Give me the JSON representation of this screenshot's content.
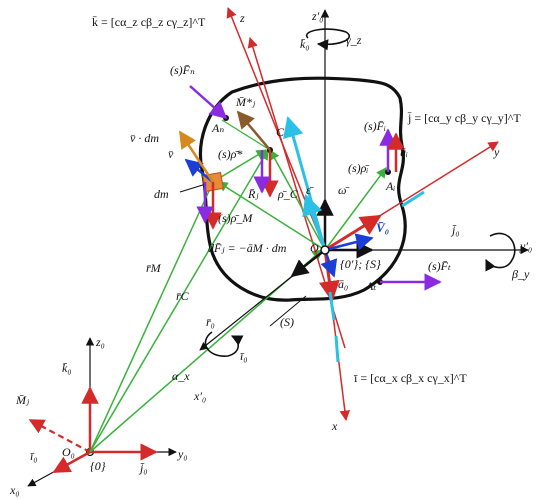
{
  "colors": {
    "black": "#111111",
    "green": "#38b23a",
    "red": "#d42a2a",
    "darkred": "#b01818",
    "blue": "#1a3ed6",
    "cyan": "#2cc0e6",
    "purple": "#8a2be2",
    "orange": "#d68a1e",
    "brown": "#8b5a2b"
  },
  "icons": {
    "mass_element": "orange-square-icon",
    "rotation_arrow": "curved-arrow-icon"
  },
  "labels": {
    "k_vector_eq": "k̄ = [cα_z  cβ_z  cγ_z]^T",
    "j_vector_eq": "j̄ = [cα_y  cβ_y  cγ_y]^T",
    "i_vector_eq": "ī = [cα_x  cβ_x  cγ_x]^T",
    "z_axis": "z",
    "z0_prime": "z′₀",
    "gamma_z": "γ_z",
    "k0_top": "k̄₀",
    "s_Fn": "(s)F̄ₙ",
    "M_j_star": "M̄*ⱼ",
    "A_n": "Aₙ",
    "C_point": "C",
    "s_Fi": "(s)F̄ᵢ",
    "u_i": "ūᵢ",
    "v_dm": "v̄ · dm",
    "v_bar": "v̄",
    "s_rho_star": "(s)ρ̄*",
    "s_rho_i": "(s)ρ̄ᵢ",
    "A_i": "Aᵢ",
    "y_axis": "y",
    "dm": "dm",
    "R_j": "R̄ⱼ",
    "rho_C": "ρ̄_C",
    "epsilon": "ε̄",
    "omega": "ω̄",
    "s_rho_M": "(s)ρ̄_M",
    "V0": "V̄₀",
    "j0_right": "j̄₀",
    "y0_prime": "y′₀",
    "beta_y": "β_y",
    "dF_j_eq": "dF̄ⱼ = −āM · dm",
    "O_point": "O",
    "O_braces": "{0′}; {S}",
    "s_Ft": "(s)F̄ₜ",
    "a0": "ā₀",
    "A_t": "Aₜ",
    "r_M": "r̄M",
    "r_C": "r̄C",
    "r_0": "r̄₀",
    "S_label": "(S)",
    "i0_mid": "ī₀",
    "alpha_x": "α_x",
    "x0_prime": "x′₀",
    "x_axis": "x",
    "z0": "z₀",
    "k0_origin": "k̄₀",
    "M_j": "M̄ⱼ",
    "O0": "O₀",
    "zero_braces": "{0}",
    "y0": "y₀",
    "i0_origin": "ī₀",
    "j0_origin": "j̄₀",
    "x0": "x₀"
  }
}
